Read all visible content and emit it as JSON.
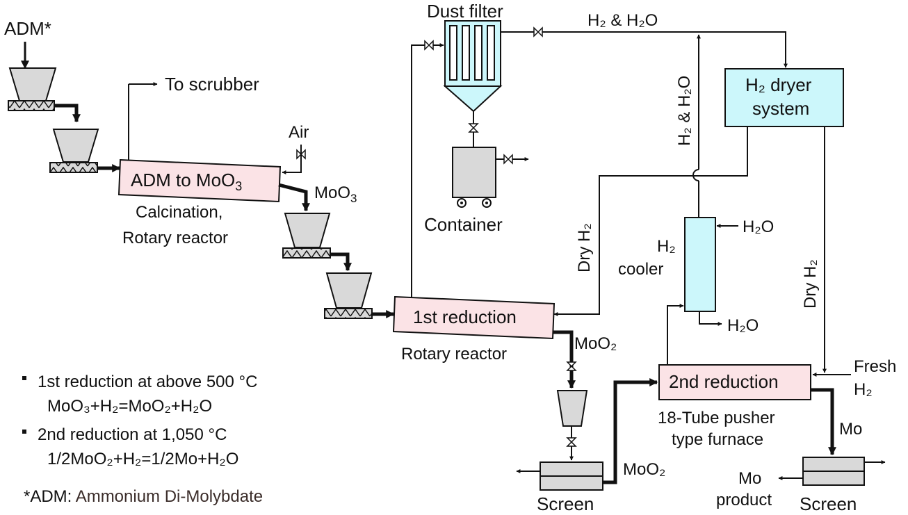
{
  "labels": {
    "adm_feed": "ADM*",
    "to_scrubber": "To scrubber",
    "air": "Air",
    "reactor1": "ADM to MoO",
    "reactor1_sub": "3",
    "calcination": "Calcination,",
    "rotary_reactor_1": "Rotary reactor",
    "moo3": "MoO",
    "moo3_sub": "3",
    "dust_filter": "Dust filter",
    "h2_h2o_top": "H₂ & H₂O",
    "h2_h2o_vertical": "H₂ & H₂O",
    "h2_dryer_line1": "H₂ dryer",
    "h2_dryer_line2": "system",
    "container": "Container",
    "dry_h2_left": "Dry H₂",
    "dry_h2_right": "Dry H₂",
    "h2_cooler_line1": "H₂",
    "h2_cooler_line2": "cooler",
    "h2o_in": "H₂O",
    "h2o_out": "H₂O",
    "reduction1": "1st reduction",
    "rotary_reactor_2": "Rotary reactor",
    "moo2_top": "MoO₂",
    "moo2_bottom": "MoO₂",
    "reduction2": "2nd reduction",
    "pusher_line1": "18-Tube pusher",
    "pusher_line2": "type furnace",
    "fresh_line1": "Fresh",
    "fresh_line2": "H₂",
    "mo": "Mo",
    "screen_1": "Screen",
    "screen_2": "Screen",
    "mo_product_line1": "Mo",
    "mo_product_line2": "product"
  },
  "notes": {
    "bullet1": "1st reduction at above 500 °C",
    "eq1": "MoO₃+H₂=MoO₂+H₂O",
    "bullet2": "2nd reduction at 1,050 °C",
    "eq2": "1/2MoO₂+H₂=1/2Mo+H₂O",
    "footnote_key": "*ADM: ",
    "footnote_value": "Ammonium Di-Molybdate",
    "footnote_color": "#3b2d2a"
  },
  "colors": {
    "reactor_fill": "#fbe3e6",
    "dryer_fill": "#ccf7fb",
    "equipment_fill": "#d9d9d9"
  }
}
